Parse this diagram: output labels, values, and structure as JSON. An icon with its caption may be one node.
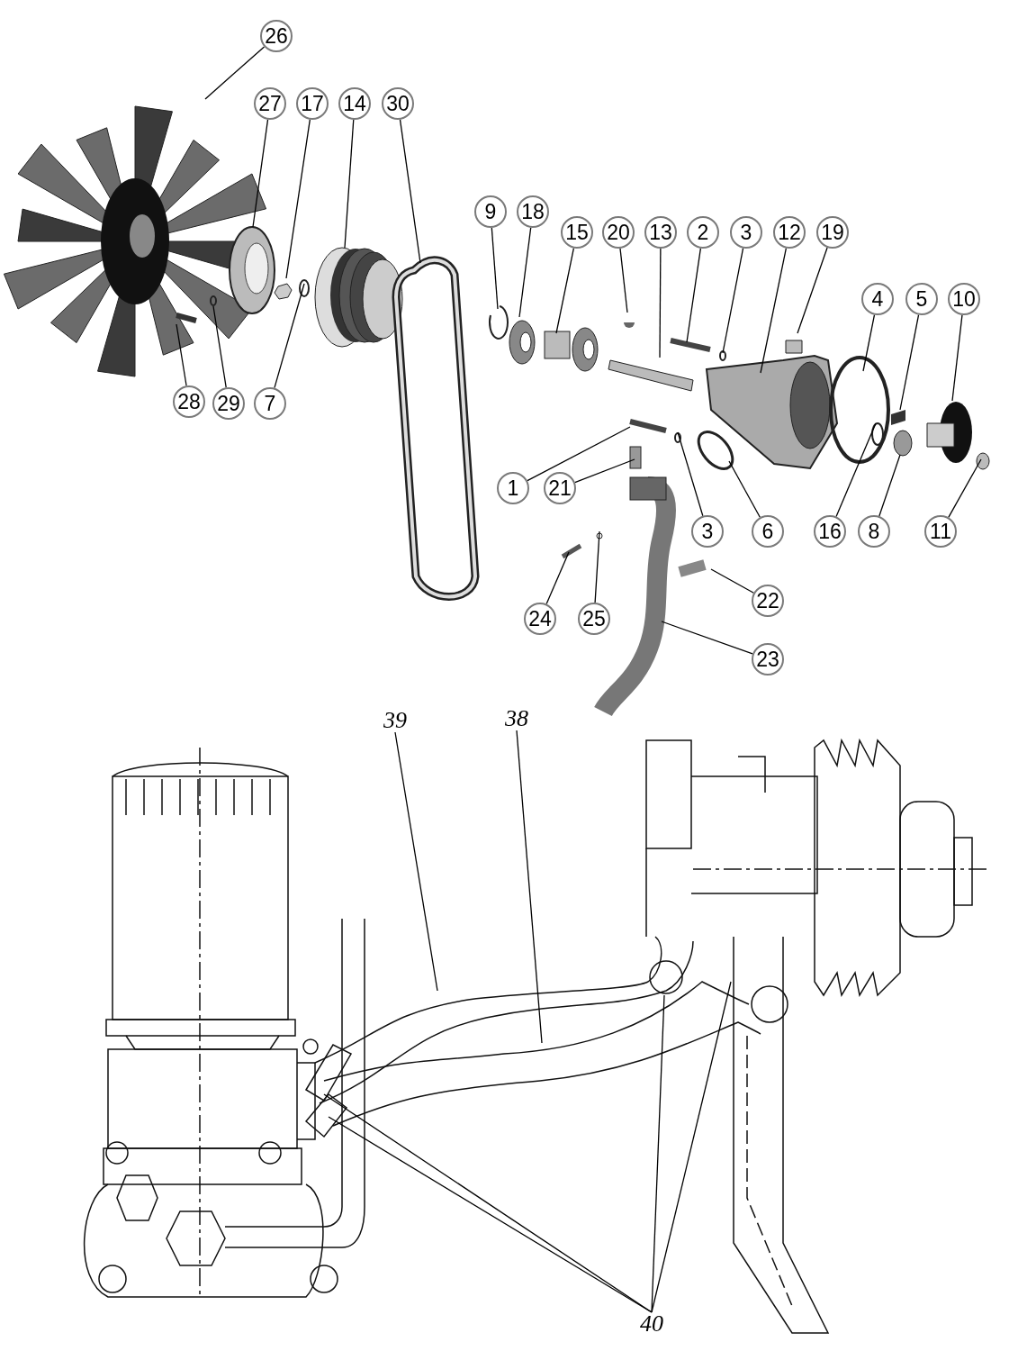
{
  "diagram": {
    "nodes": [
      {
        "text": [
          "26"
        ]
      },
      {
        "text": [
          "27"
        ]
      },
      {
        "text": [
          "17"
        ]
      },
      {
        "text": [
          "14"
        ]
      },
      {
        "text": [
          "30"
        ]
      },
      {
        "text": [
          "9"
        ]
      },
      {
        "text": [
          "18"
        ]
      },
      {
        "text": [
          "15"
        ]
      },
      {
        "text": [
          "20"
        ]
      },
      {
        "text": [
          "13"
        ]
      },
      {
        "text": [
          "2"
        ]
      },
      {
        "text": [
          "3"
        ]
      },
      {
        "text": [
          "12"
        ]
      },
      {
        "text": [
          "19"
        ]
      },
      {
        "text": [
          "4"
        ]
      },
      {
        "text": [
          "5"
        ]
      },
      {
        "text": [
          "10"
        ]
      },
      {
        "text": [
          "28"
        ]
      },
      {
        "text": [
          "29"
        ]
      },
      {
        "text": [
          "7"
        ]
      },
      {
        "text": [
          "1"
        ]
      },
      {
        "text": [
          "21"
        ]
      },
      {
        "text": [
          "3"
        ]
      },
      {
        "text": [
          "6"
        ]
      },
      {
        "text": [
          "16"
        ]
      },
      {
        "text": [
          "8"
        ]
      },
      {
        "text": [
          "11"
        ]
      },
      {
        "text": [
          "24"
        ]
      },
      {
        "text": [
          "25"
        ]
      },
      {
        "text": [
          "22"
        ]
      },
      {
        "text": [
          "23"
        ]
      },
      {
        "text": [
          "39"
        ]
      },
      {
        "text": [
          "38"
        ]
      },
      {
        "text": [
          "40"
        ]
      }
    ],
    "edges": [
      {
        "from": 0,
        "to": null,
        "arrow": "none"
      },
      {
        "from": 1,
        "to": null,
        "arrow": "none"
      },
      {
        "from": 2,
        "to": null,
        "arrow": "none"
      },
      {
        "from": 3,
        "to": null,
        "arrow": "none"
      },
      {
        "from": 4,
        "to": null,
        "arrow": "none"
      },
      {
        "from": 5,
        "to": null,
        "arrow": "none"
      },
      {
        "from": 6,
        "to": null,
        "arrow": "none"
      },
      {
        "from": 7,
        "to": null,
        "arrow": "none"
      },
      {
        "from": 8,
        "to": null,
        "arrow": "none"
      },
      {
        "from": 9,
        "to": null,
        "arrow": "none"
      },
      {
        "from": 10,
        "to": null,
        "arrow": "none"
      },
      {
        "from": 11,
        "to": null,
        "arrow": "none"
      },
      {
        "from": 12,
        "to": null,
        "arrow": "none"
      },
      {
        "from": 13,
        "to": null,
        "arrow": "none"
      },
      {
        "from": 14,
        "to": null,
        "arrow": "none"
      },
      {
        "from": 15,
        "to": null,
        "arrow": "none"
      },
      {
        "from": 16,
        "to": null,
        "arrow": "none"
      },
      {
        "from": 17,
        "to": null,
        "arrow": "none"
      },
      {
        "from": 18,
        "to": null,
        "arrow": "none"
      },
      {
        "from": 19,
        "to": null,
        "arrow": "none"
      },
      {
        "from": 20,
        "to": null,
        "arrow": "none"
      },
      {
        "from": 21,
        "to": null,
        "arrow": "none"
      },
      {
        "from": 22,
        "to": null,
        "arrow": "none"
      },
      {
        "from": 23,
        "to": null,
        "arrow": "none"
      },
      {
        "from": 24,
        "to": null,
        "arrow": "none"
      },
      {
        "from": 25,
        "to": null,
        "arrow": "none"
      },
      {
        "from": 26,
        "to": null,
        "arrow": "none"
      },
      {
        "from": 27,
        "to": null,
        "arrow": "none"
      },
      {
        "from": 28,
        "to": null,
        "arrow": "none"
      },
      {
        "from": 29,
        "to": null,
        "arrow": "none"
      },
      {
        "from": 30,
        "to": null,
        "arrow": "none"
      },
      {
        "from": 31,
        "to": null,
        "arrow": "none"
      },
      {
        "from": 32,
        "to": null,
        "arrow": "none"
      },
      {
        "from": 33,
        "to": null,
        "arrow": "none"
      },
      {
        "from": 33,
        "to": null,
        "arrow": "none"
      },
      {
        "from": 33,
        "to": null,
        "arrow": "none"
      },
      {
        "from": 33,
        "to": null,
        "arrow": "none"
      }
    ]
  }
}
